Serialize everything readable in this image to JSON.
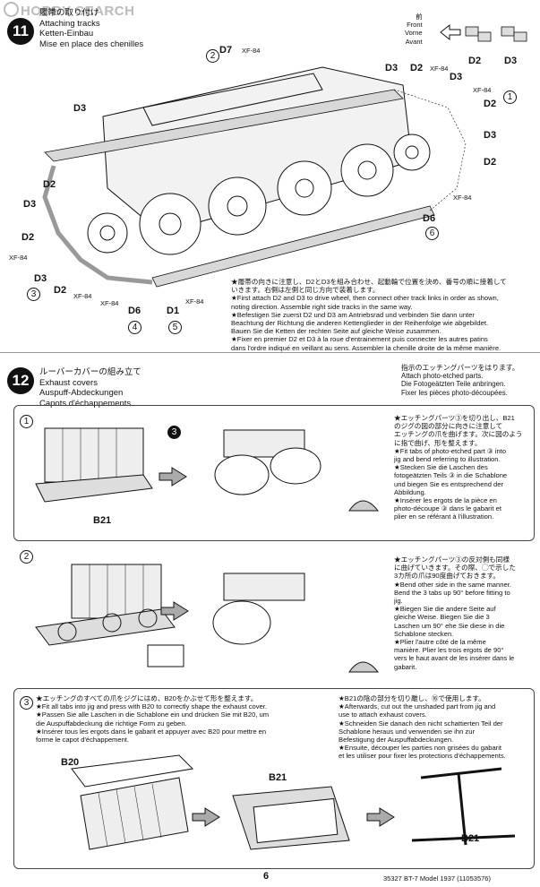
{
  "watermark": "HOBBY SEARCH",
  "step11": {
    "number": "11",
    "titles": [
      "履帯の取り付け",
      "Attaching tracks",
      "Ketten-Einbau",
      "Mise en place des chenilles"
    ],
    "front_legend": [
      "前",
      "Front",
      "Vorne",
      "Avant"
    ],
    "legend_parts": [
      "D2",
      "D3"
    ],
    "labels": {
      "d7": "D7",
      "xf84": "XF-84",
      "circ2": "2",
      "circ1": "1",
      "circ3": "3",
      "circ4": "4",
      "circ5": "5",
      "circ6": "6",
      "d3": "D3",
      "d2": "D2",
      "d6": "D6",
      "d1": "D1"
    },
    "notes": [
      "★履帯の向きに注意し、D2とD3を組み合わせ、起動輪で位置を決め、番号の順に接着して",
      "いきます。右側は左側と同じ方向で装着します。",
      "★First attach D2 and D3 to drive wheel, then connect other track links in order as shown,",
      "noting direction. Assemble right side tracks in the same way.",
      "★Befestigen Sie zuerst D2 und D3 am Antriebsrad und verbinden Sie dann unter",
      "Beachtung der Richtung die anderen Kettenglieder in der Reihenfolge wie abgebildet.",
      "Bauen Sie die Ketten der rechten Seite auf gleiche Weise zusammen.",
      "★Fixer en premier D2 et D3 à la roue d'entrainement puis connecter les autres patins",
      "dans l'ordre indiqué en veillant au sens. Assembler la chenille droite de la même manière."
    ]
  },
  "step12": {
    "number": "12",
    "titles": [
      "ルーバーカバーの組み立て",
      "Exhaust covers",
      "Auspuff-Abdeckungen",
      "Capots d'échappements"
    ],
    "attach_note": [
      "指示のエッチングパーツをはります。",
      "Attach photo-etched parts.",
      "Die Fotogeätzten Teile anbringen.",
      "Fixer les pièces photo-découpées."
    ],
    "sub1": {
      "number": "1",
      "part3": "3",
      "b21": "B21",
      "notes": [
        "★エッチングパーツ③を切り出し、B21",
        "のジグの図の部分に向きに注意して",
        "エッチングの爪を曲げます。次に図のよう",
        "に指で曲げ、形を整えます。",
        "★Fit tabs of photo-etched part ③ into",
        "jig and bend referring to illustration.",
        "★Stecken Sie die Laschen des",
        "fotogeätzten Teils ③ in die Schablone",
        "und biegen Sie es entsprechend der",
        "Abbildung.",
        "★Insérer les ergots de la pièce en",
        "photo-découpe ③ dans le gabarit et",
        "plier en se référant à l'illustration."
      ]
    },
    "sub2": {
      "number": "2",
      "notes": [
        "★エッチングパーツ③の反対側も同様",
        "に曲げていきます。その際、◯で示した",
        "3カ所の爪は90度曲げておきます。",
        "★Bend other side in the same manner.",
        "Bend the 3 tabs up 90° before fitting to",
        "jig.",
        "★Biegen Sie die andere Seite auf",
        "gleiche Weise. Biegen Sie die 3",
        "Laschen um 90° ehe Sie diese in die",
        "Schablone stecken.",
        "★Plier l'autre côté de la même",
        "manière. Plier les trois ergots de 90°",
        "vers le haut avant de les insérer dans le",
        "gabarit."
      ]
    },
    "sub3": {
      "number": "3",
      "notes_left": [
        "★エッチングのすべての爪をジグにはめ、B20をかぶせて形を整えます。",
        "★Fit all tabs into jig and press with B20 to correctly shape the exhaust cover.",
        "★Passen Sie alle Laschen in die Schablone ein und drücken Sie mit B20, um",
        "die Auspuffabdeckung die richtige Form zu geben.",
        "★Insérer tous les ergots dans le gabarit et appuyer avec B20 pour mettre en",
        "forme le capot d'échappement."
      ],
      "notes_right": [
        "★B21の陰の部分を切り離し、⑯で使用します。",
        "★Afterwards, cut out the unshaded part from jig and",
        "use to attach exhaust covers.",
        "★Schneiden Sie danach den nicht schattierten Teil der",
        "Schablone heraus und verwenden sie ihn zur",
        "Befestigung der Auspuffabdeckungen.",
        "★Ensuite, découper les parties non grisées du gabarit",
        "et les utiliser pour fixer les protections d'échappements."
      ],
      "b20": "B20",
      "b21a": "B21",
      "b21b": "B21"
    }
  },
  "footer": {
    "page": "6",
    "code": "35327  BT-7 Model 1937 (11053576)"
  }
}
